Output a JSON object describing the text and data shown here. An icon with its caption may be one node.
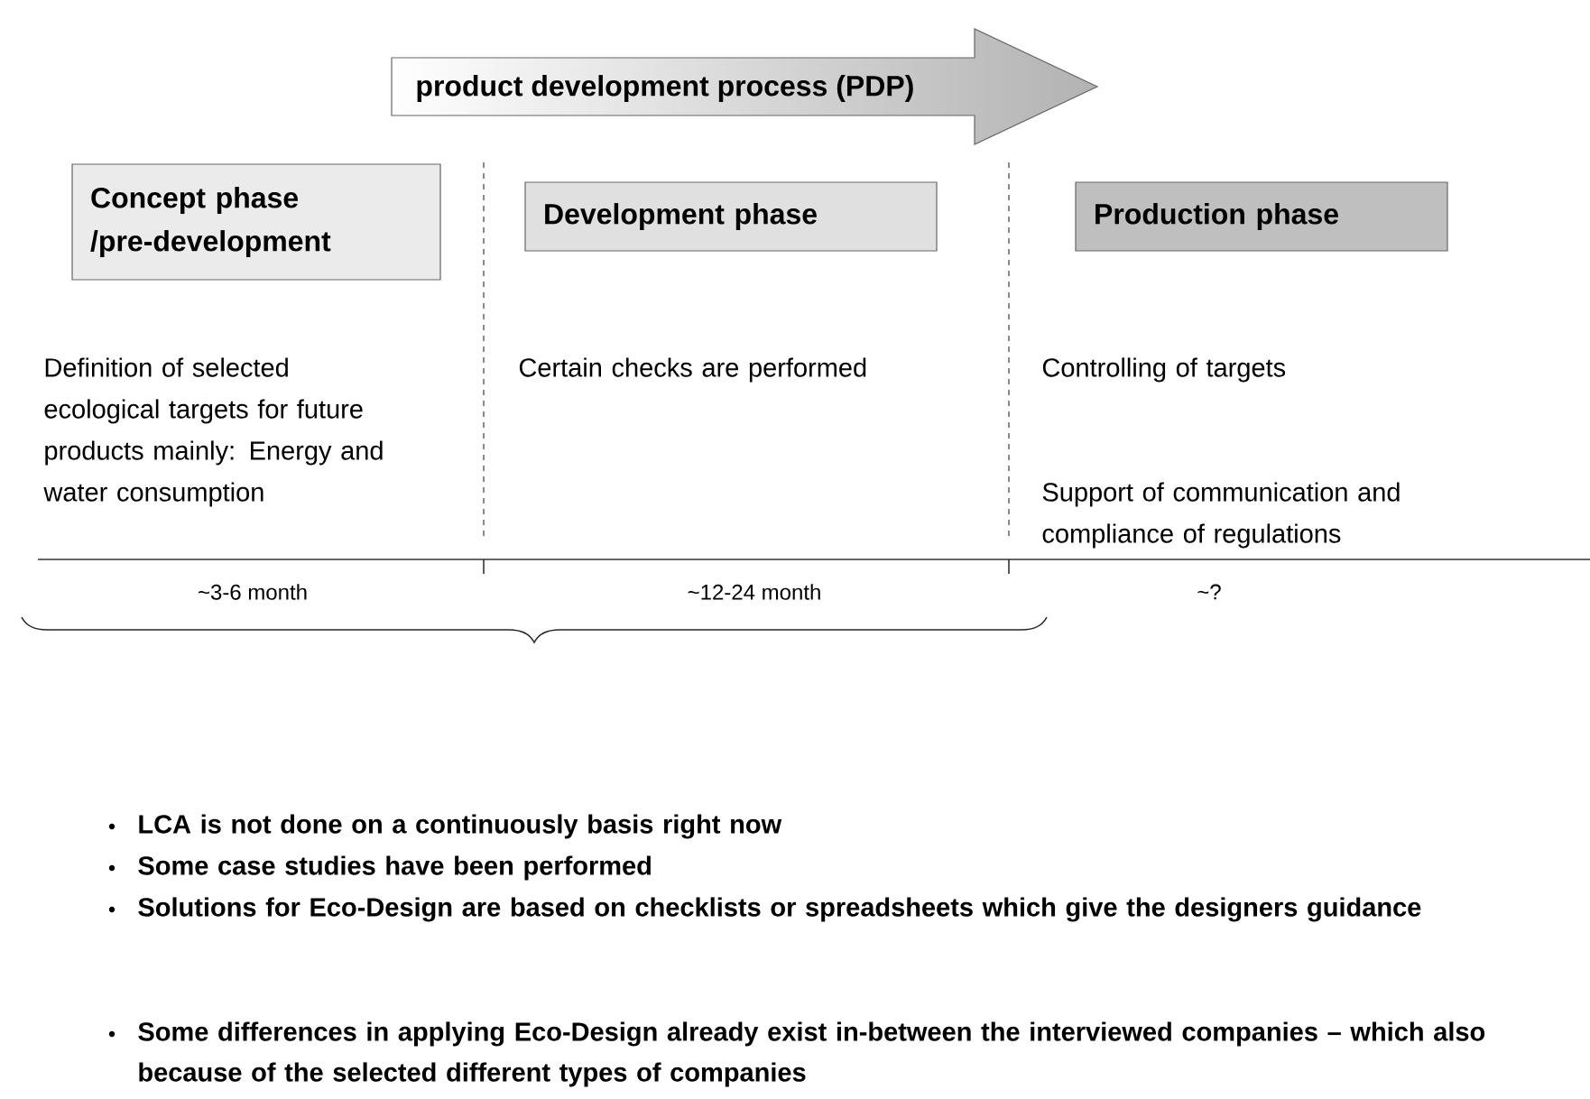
{
  "diagram": {
    "nodes": [
      {
        "text": [
          "product development process (PDP)"
        ]
      },
      {
        "text": [
          "Concept phase /pre-development"
        ]
      },
      {
        "text": [
          "Development phase"
        ]
      },
      {
        "text": [
          "Production phase"
        ]
      }
    ],
    "labels": [
      "Definition of selected ecological targets for future products mainly: Energy and water consumption",
      "Certain checks are performed",
      "Controlling of targets",
      "Support of communication and compliance of regulations",
      "~3-6 month",
      "~12-24 month",
      "~?",
      "LCA is not done on a continuously basis right now",
      "Some case studies have been performed",
      "Solutions for Eco-Design are based on checklists or spreadsheets which give the designers guidance",
      "Some differences in applying Eco-Design already exist in-between the interviewed companies – which also because of the selected different types of companies"
    ]
  }
}
